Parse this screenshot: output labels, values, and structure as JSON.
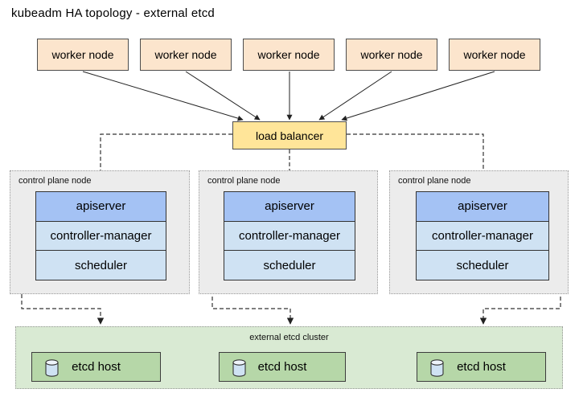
{
  "title": "kubeadm HA topology - external etcd",
  "workers": [
    {
      "label": "worker node"
    },
    {
      "label": "worker node"
    },
    {
      "label": "worker node"
    },
    {
      "label": "worker node"
    },
    {
      "label": "worker node"
    }
  ],
  "load_balancer": {
    "label": "load balancer"
  },
  "control_planes": [
    {
      "label": "control plane node",
      "components": [
        {
          "name": "apiserver"
        },
        {
          "name": "controller-manager"
        },
        {
          "name": "scheduler"
        }
      ]
    },
    {
      "label": "control plane node",
      "components": [
        {
          "name": "apiserver"
        },
        {
          "name": "controller-manager"
        },
        {
          "name": "scheduler"
        }
      ]
    },
    {
      "label": "control plane node",
      "components": [
        {
          "name": "apiserver"
        },
        {
          "name": "controller-manager"
        },
        {
          "name": "scheduler"
        }
      ]
    }
  ],
  "etcd_cluster": {
    "label": "external etcd cluster",
    "hosts": [
      {
        "label": "etcd host",
        "icon": "database-cylinder-icon"
      },
      {
        "label": "etcd host",
        "icon": "database-cylinder-icon"
      },
      {
        "label": "etcd host",
        "icon": "database-cylinder-icon"
      }
    ]
  },
  "connections": [
    {
      "from": "worker-node-1",
      "to": "load-balancer",
      "style": "solid-arrow"
    },
    {
      "from": "worker-node-2",
      "to": "load-balancer",
      "style": "solid-arrow"
    },
    {
      "from": "worker-node-3",
      "to": "load-balancer",
      "style": "solid-arrow"
    },
    {
      "from": "worker-node-4",
      "to": "load-balancer",
      "style": "solid-arrow"
    },
    {
      "from": "worker-node-5",
      "to": "load-balancer",
      "style": "solid-arrow"
    },
    {
      "from": "load-balancer",
      "to": "apiserver-1",
      "style": "dashed-arrow"
    },
    {
      "from": "load-balancer",
      "to": "apiserver-2",
      "style": "dashed-arrow"
    },
    {
      "from": "load-balancer",
      "to": "apiserver-3",
      "style": "dashed-arrow"
    },
    {
      "from": "apiserver-1",
      "to": "external-etcd-cluster",
      "style": "dashed-double-arrow"
    },
    {
      "from": "apiserver-2",
      "to": "external-etcd-cluster",
      "style": "dashed-double-arrow"
    },
    {
      "from": "apiserver-3",
      "to": "external-etcd-cluster",
      "style": "dashed-double-arrow"
    }
  ],
  "colors": {
    "worker_fill": "#fce5cd",
    "load_balancer_fill": "#ffe599",
    "control_plane_fill": "#ececec",
    "apiserver_fill": "#a4c2f4",
    "component_fill": "#cfe2f3",
    "etcd_cluster_fill": "#d9ead3",
    "etcd_host_fill": "#b6d7a8",
    "line_color": "#333333"
  }
}
